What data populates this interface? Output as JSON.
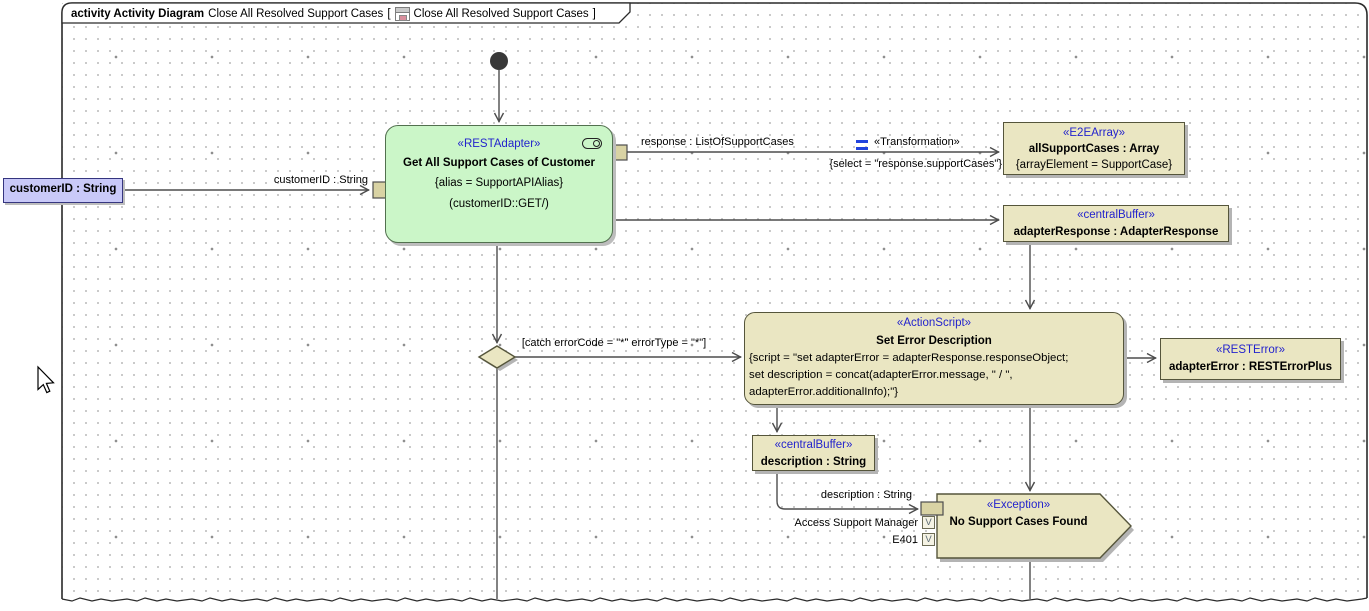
{
  "tab": {
    "kind": "activity Activity Diagram",
    "name": "Close All Resolved Support Cases",
    "bracket_open": "[",
    "ref": "Close All Resolved Support Cases",
    "bracket_close": "]"
  },
  "nodes": {
    "customer_id_object": {
      "label": "customerID : String"
    },
    "rest_adapter": {
      "stereotype": "«RESTAdapter»",
      "title": "Get All Support Cases of Customer",
      "alias": "{alias = SupportAPIAlias}",
      "params": "(customerID::GET/)"
    },
    "e2e_array": {
      "stereotype": "«E2EArray»",
      "title": "allSupportCases : Array",
      "tag": "{arrayElement = SupportCase}"
    },
    "adapter_response_buffer": {
      "stereotype": "«centralBuffer»",
      "title": "adapterResponse : AdapterResponse"
    },
    "action_script": {
      "stereotype": "«ActionScript»",
      "title": "Set Error Description",
      "script_lines": [
        "{script = \"set adapterError = adapterResponse.responseObject;",
        "set description = concat(adapterError.message, \" / \",",
        "adapterError.additionalInfo);\"}"
      ]
    },
    "rest_error": {
      "stereotype": "«RESTError»",
      "title": "adapterError : RESTErrorPlus"
    },
    "description_buffer": {
      "stereotype": "«centralBuffer»",
      "title": "description : String"
    },
    "exception": {
      "stereotype": "«Exception»",
      "title": "No Support Cases Found",
      "pin_description_label": "description : String",
      "pin_access_label": "Access Support Manager",
      "pin_error_code_label": "E401",
      "value_pin_glyph": "V"
    }
  },
  "edges": {
    "customer_id_label": "customerID : String",
    "response_label": "response : ListOfSupportCases",
    "transformation_stereotype": "«Transformation»",
    "transformation_select": "{select = \"response.supportCases\"}",
    "catch_guard": "[catch errorCode = \"*\" errorType = \"*\"]"
  },
  "colors": {
    "action_green": "#CBF6C8",
    "element_tan": "#EAE6C2",
    "object_lavender": "#C9C9F8",
    "stereotype_blue": "#2323CD",
    "pin_tan": "#D9D3A4",
    "connector_gray": "#4D4D4D",
    "shadow_gray": "#B4B4B4",
    "transformation_blue": "#2244DD"
  }
}
